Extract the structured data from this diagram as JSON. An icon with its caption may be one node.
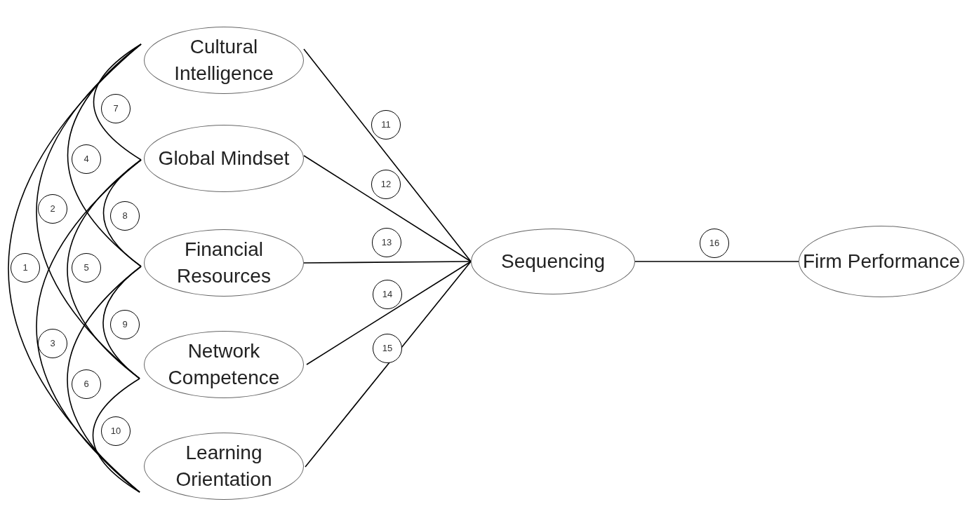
{
  "diagram": {
    "nodes": [
      {
        "text": [
          "Cultural Intelligence"
        ]
      },
      {
        "text": [
          "Global Mindset"
        ]
      },
      {
        "text": [
          "Financial Resources"
        ]
      },
      {
        "text": [
          "Network Competence"
        ]
      },
      {
        "text": [
          "Learning Orientation"
        ]
      },
      {
        "text": [
          "Sequencing"
        ]
      },
      {
        "text": [
          "Firm Performance"
        ]
      }
    ],
    "edges": [
      {
        "from": 0,
        "to": 4,
        "arrow": "none",
        "label": "1"
      },
      {
        "from": 0,
        "to": 3,
        "arrow": "none",
        "label": "2"
      },
      {
        "from": 1,
        "to": 4,
        "arrow": "none",
        "label": "3"
      },
      {
        "from": 0,
        "to": 2,
        "arrow": "none",
        "label": "4"
      },
      {
        "from": 1,
        "to": 3,
        "arrow": "none",
        "label": "5"
      },
      {
        "from": 2,
        "to": 4,
        "arrow": "none",
        "label": "6"
      },
      {
        "from": 0,
        "to": 1,
        "arrow": "none",
        "label": "7"
      },
      {
        "from": 1,
        "to": 2,
        "arrow": "none",
        "label": "8"
      },
      {
        "from": 2,
        "to": 3,
        "arrow": "none",
        "label": "9"
      },
      {
        "from": 3,
        "to": 4,
        "arrow": "none",
        "label": "10"
      },
      {
        "from": 0,
        "to": 5,
        "arrow": "none",
        "label": "11"
      },
      {
        "from": 1,
        "to": 5,
        "arrow": "none",
        "label": "12"
      },
      {
        "from": 2,
        "to": 5,
        "arrow": "none",
        "label": "13"
      },
      {
        "from": 3,
        "to": 5,
        "arrow": "none",
        "label": "14"
      },
      {
        "from": 4,
        "to": 5,
        "arrow": "none",
        "label": "15"
      },
      {
        "from": 5,
        "to": 6,
        "arrow": "none",
        "label": "16"
      }
    ]
  }
}
